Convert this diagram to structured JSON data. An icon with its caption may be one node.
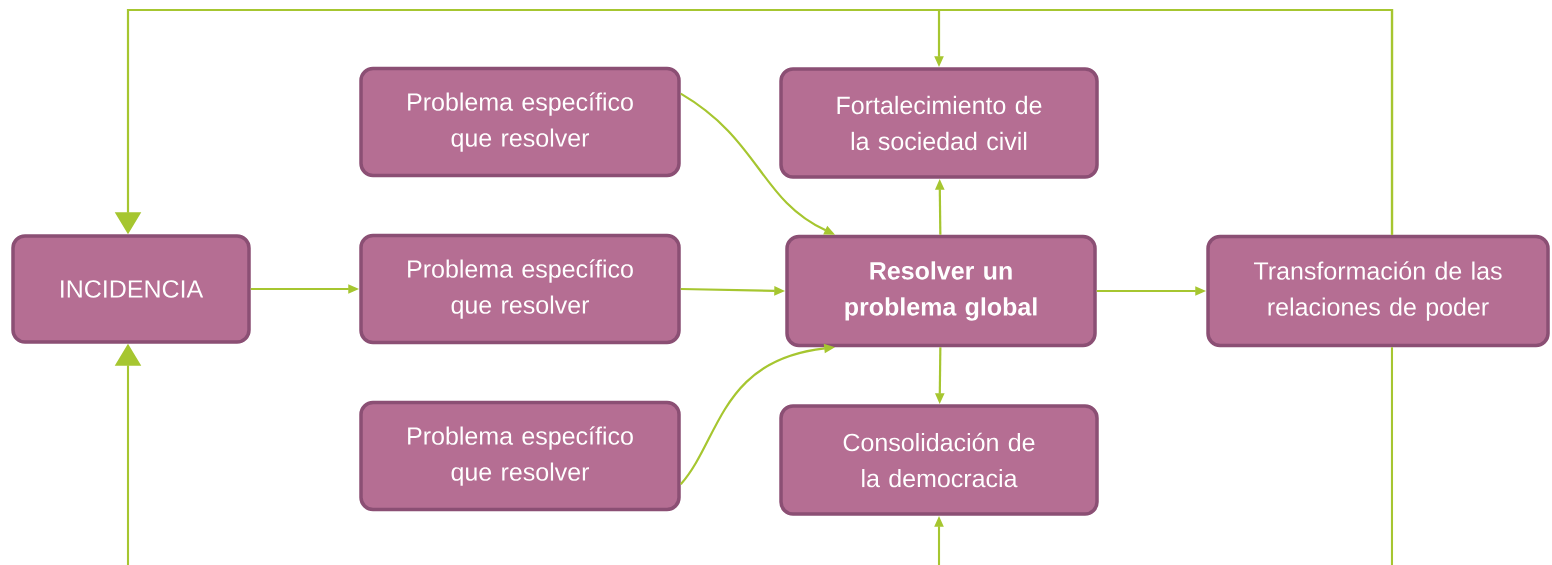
{
  "diagram": {
    "nodes": [
      {
        "text": [
          "INCIDENCIA"
        ]
      },
      {
        "text": [
          "Problema específico que resolver"
        ]
      },
      {
        "text": [
          "Problema específico que resolver"
        ]
      },
      {
        "text": [
          "Problema específico que resolver"
        ]
      },
      {
        "text": [
          "Fortalecimiento de la sociedad civil"
        ]
      },
      {
        "text": [
          "Resolver un problema global"
        ]
      },
      {
        "text": [
          "Consolidación de la democracia"
        ]
      },
      {
        "text": [
          "Transformación de las relaciones de poder"
        ]
      }
    ],
    "edges": [
      {
        "from": 0,
        "to": 2,
        "arrow": "to"
      },
      {
        "from": 1,
        "to": 5,
        "arrow": "to"
      },
      {
        "from": 2,
        "to": 5,
        "arrow": "to"
      },
      {
        "from": 3,
        "to": 5,
        "arrow": "to"
      },
      {
        "from": 5,
        "to": 4,
        "arrow": "to"
      },
      {
        "from": 5,
        "to": 6,
        "arrow": "to"
      },
      {
        "from": 5,
        "to": 7,
        "arrow": "to"
      },
      {
        "from": 7,
        "to": 0,
        "arrow": "to"
      },
      {
        "from": 7,
        "to": 4,
        "arrow": "to"
      },
      {
        "from": null,
        "to": 0,
        "arrow": "to"
      },
      {
        "from": null,
        "to": 6,
        "arrow": "to"
      },
      {
        "from": 7,
        "to": null,
        "arrow": "none"
      }
    ]
  }
}
